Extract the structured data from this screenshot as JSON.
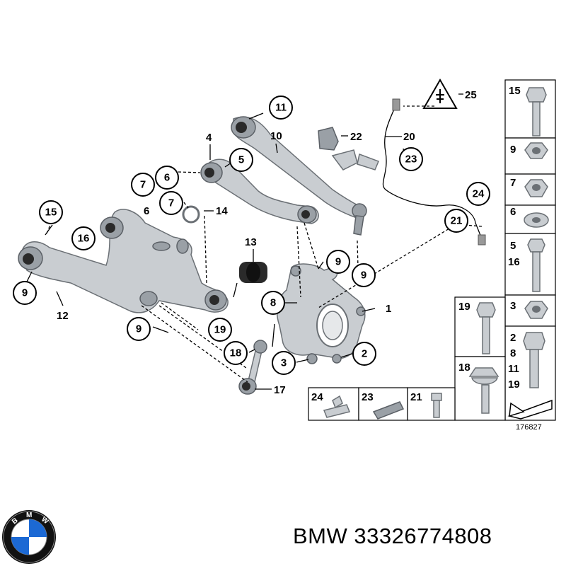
{
  "brand": "BMW",
  "part_number": "33326774808",
  "diagram_code": "176827",
  "logo": {
    "letters": "BMW",
    "colors": {
      "blue": "#1c69d4",
      "white": "#ffffff",
      "ring": "#111111"
    }
  },
  "callouts": {
    "c11": "11",
    "c10": "10",
    "c4": "4",
    "c5": "5",
    "c7a": "7",
    "c6a": "6",
    "c6b": "6",
    "c7b": "7",
    "c14": "14",
    "c15": "15",
    "c16": "16",
    "c9a": "9",
    "c12": "12",
    "c13": "13",
    "c8": "8",
    "c9b": "9",
    "c9c": "9",
    "c1": "1",
    "c9d": "9",
    "c19": "19",
    "c18": "18",
    "c3": "3",
    "c2": "2",
    "c17": "17",
    "c22": "22",
    "c20": "20",
    "c23": "23",
    "c25": "25",
    "c24": "24",
    "c21": "21"
  },
  "parts_table": {
    "right_column": [
      {
        "labels": [
          "15"
        ]
      },
      {
        "labels": [
          "9"
        ]
      },
      {
        "labels": [
          "7"
        ]
      },
      {
        "labels": [
          "6"
        ]
      },
      {
        "labels": [
          "5",
          "16"
        ]
      },
      {
        "labels": [
          "3"
        ]
      },
      {
        "labels": [
          "2",
          "8",
          "11",
          "19"
        ]
      }
    ],
    "middle_column": [
      {
        "labels": [
          "19"
        ]
      },
      {
        "labels": [
          "18"
        ]
      }
    ],
    "bottom_row": [
      {
        "labels": [
          "24"
        ]
      },
      {
        "labels": [
          "23"
        ]
      },
      {
        "labels": [
          "21"
        ]
      }
    ]
  }
}
